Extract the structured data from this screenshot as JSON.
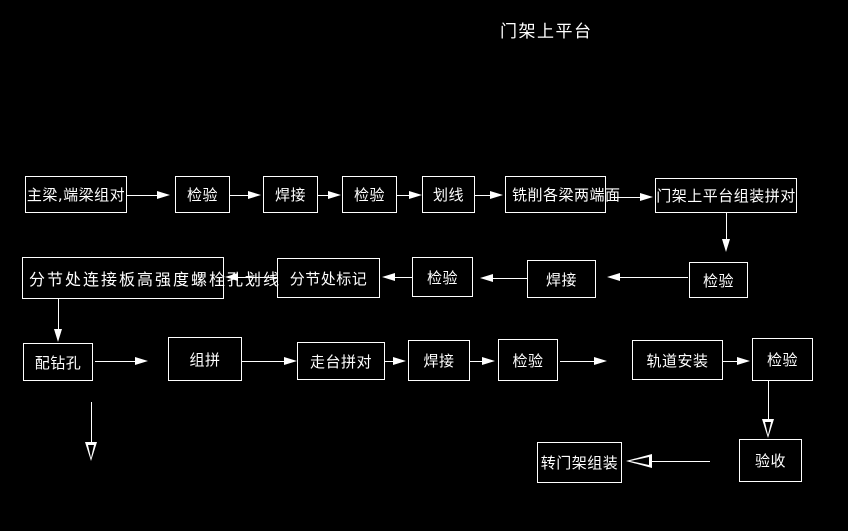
{
  "title": "门架上平台",
  "colors": {
    "background": "#000000",
    "foreground": "#ffffff"
  },
  "nodes": {
    "main_end_beam_pairing": "主梁,端梁组对",
    "inspect_1": "检验",
    "weld_1": "焊接",
    "inspect_2": "检验",
    "scribe_lines": "划线",
    "mill_beam_ends": "铣削各梁两端面",
    "platform_assembly_pairing": "门架上平台组装拼对",
    "joint_plate_bolt_hole_scribing": "分节处连接板高强度螺栓孔划线",
    "joint_marking": "分节处标记",
    "inspect_3": "检验",
    "weld_2": "焊接",
    "inspect_4": "检验",
    "drill_matching_holes": "配钻孔",
    "group_assembly": "组拼",
    "walkway_pairing": "走台拼对",
    "weld_3": "焊接",
    "inspect_5": "检验",
    "rail_installation": "轨道安装",
    "inspect_6": "检验",
    "rotating_gantry_assembly": "转门架组装",
    "acceptance": "验收"
  }
}
